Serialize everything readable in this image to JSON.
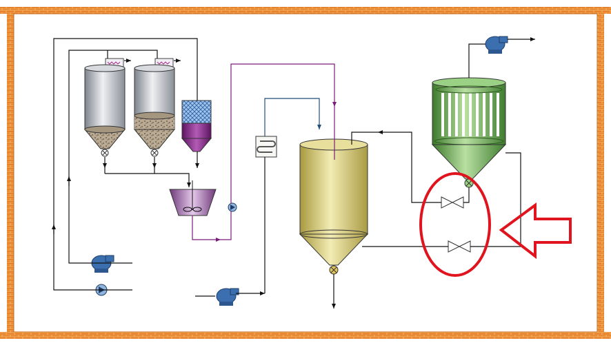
{
  "diagram": {
    "kind": "process-flow",
    "units": [
      {
        "id": "silo-1",
        "icon": "silo-icon"
      },
      {
        "id": "silo-2",
        "icon": "silo-icon"
      },
      {
        "id": "liquid-tank",
        "icon": "tank-icon"
      },
      {
        "id": "mixer",
        "icon": "mixer-icon"
      },
      {
        "id": "heat-exchanger",
        "icon": "heat-exchanger-icon"
      },
      {
        "id": "reactor",
        "icon": "vessel-icon"
      },
      {
        "id": "filter-separator",
        "icon": "filter-icon"
      },
      {
        "id": "valve-upper",
        "icon": "valve-icon"
      },
      {
        "id": "valve-lower",
        "icon": "valve-icon"
      },
      {
        "id": "blower-top",
        "icon": "blower-icon"
      },
      {
        "id": "blower-left",
        "icon": "blower-icon"
      },
      {
        "id": "pump-left",
        "icon": "pump-icon"
      },
      {
        "id": "pump-mixer",
        "icon": "pump-icon"
      },
      {
        "id": "blower-bottom",
        "icon": "blower-icon"
      }
    ],
    "annotations": [
      {
        "id": "highlight-ellipse",
        "color": "#e0141e",
        "target": "valve-pair"
      },
      {
        "id": "callout-arrow",
        "color": "#e0141e",
        "direction": "left"
      }
    ]
  },
  "colors": {
    "frame_brick": "#e8822a",
    "frame_mortar": "#f6c27a",
    "line": "#111111",
    "line_blue": "#1f4e79",
    "line_purple": "#7a1b7a",
    "silo_body": "#b8bcc4",
    "reactor_body": "#d8cc7a",
    "filter_body": "#5aa046",
    "equipment_blue": "#3b6fb0",
    "annotation_red": "#e0141e"
  }
}
